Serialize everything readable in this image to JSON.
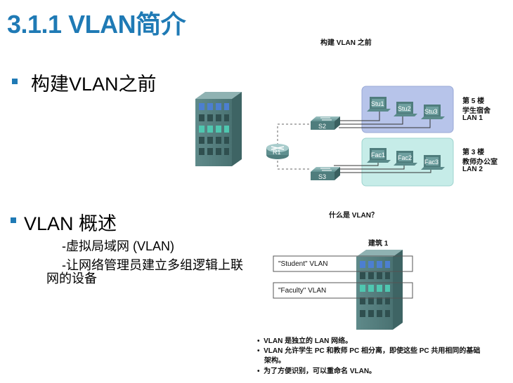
{
  "slide": {
    "title": "3.1.1 VLAN简介",
    "bullet1": "构建VLAN之前",
    "bullet2": "VLAN 概述",
    "sub1": "-虚拟局域网 (VLAN)",
    "sub2_line1": "-让网络管理员建立多组逻辑上联",
    "sub2_line2": "网的设备"
  },
  "diagram_top": {
    "caption": "构建 VLAN 之前",
    "router": "R1",
    "switches": [
      "S2",
      "S3"
    ],
    "lan1_pcs": [
      "Stu1",
      "Stu2",
      "Stu3"
    ],
    "lan2_pcs": [
      "Fac1",
      "Fac2",
      "Fac3"
    ],
    "lan1_label": [
      "第 5 楼",
      "学生宿舍",
      "LAN 1"
    ],
    "lan2_label": [
      "第 3 楼",
      "教师办公室",
      "LAN 2"
    ],
    "colors": {
      "lan1": "#b7c4ea",
      "lan2": "#c6ece8",
      "accent": "#1f7ab5"
    }
  },
  "diagram_bottom": {
    "caption": "什么是 VLAN？",
    "building": "建筑 1",
    "vlan_student": "\"Student\" VLAN",
    "vlan_faculty": "\"Faculty\" VLAN",
    "notes": [
      "VLAN 是独立的 LAN 网络。",
      "VLAN 允许学生 PC 和教师 PC 相分离，即使这些 PC 共用相同的基础",
      "架构。",
      "为了方便识别，可以重命名 VLAN。"
    ]
  }
}
